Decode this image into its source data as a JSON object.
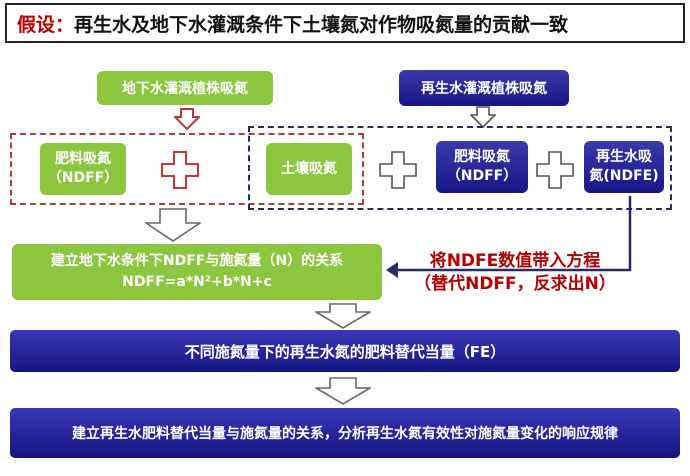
{
  "title": {
    "prefix": "假设：",
    "text": "再生水及地下水灌溉条件下土壤氮对作物吸氮量的贡献一致"
  },
  "top_left_box": "地下水灌溉植株吸氮",
  "top_right_box": "再生水灌溉植株吸氮",
  "components": {
    "fert_left_line1": "肥料吸氮",
    "fert_left_line2": "（NDFF）",
    "soil": "土壤吸氮",
    "fert_right_line1": "肥料吸氮",
    "fert_right_line2": "（NDFF）",
    "recycled_line1": "再生水吸",
    "recycled_line2": "氮(NDFE)"
  },
  "equation_box": {
    "line1": "建立地下水条件下NDFF与施氮量（N）的关系",
    "line2": "NDFF=a*N²+b*N+c"
  },
  "note": {
    "line1": "将NDFE数值带入方程",
    "line2": "（替代NDFF，反求出N）"
  },
  "bar1": "不同施氮量下的再生水氮的肥料替代当量（FE）",
  "bar2": "建立再生水肥料替代当量与施氮量的关系，分析再生水氮有效性对施氮量变化的响应规律",
  "colors": {
    "green": "#8cc63f",
    "navy": "#1e1e8c",
    "red": "#c00000"
  }
}
